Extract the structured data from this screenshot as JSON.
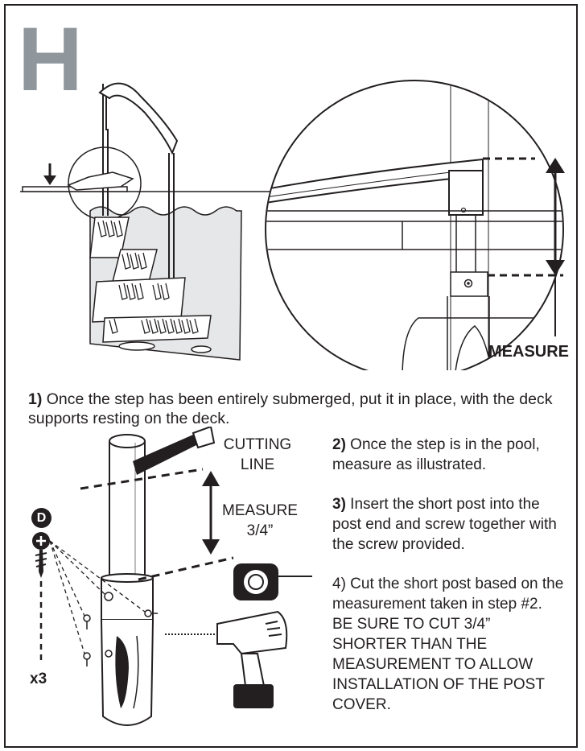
{
  "header": {
    "step_letter": "H"
  },
  "labels": {
    "measure_top": "MEASURE",
    "cutting_line": "CUTTING LINE",
    "measure_post": "MEASURE 3/4”",
    "part_letter": "D",
    "quantity": "x3"
  },
  "instructions": {
    "step1_num": "1)",
    "step1_text": " Once the step has been entirely submerged, put it in place, with the deck supports resting on the deck.",
    "step2_num": "2)",
    "step2_text": " Once the step is in the pool, measure as illustrated.",
    "step3_num": "3)",
    "step3_text": " Insert the short post into the post end and screw together with the screw provided.",
    "step4_text": "4) Cut the short post based on the measurement taken in step #2. BE SURE TO CUT 3/4” SHORTER THAN THE MEASUREMENT TO ALLOW INSTALLATION OF THE POST COVER."
  },
  "colors": {
    "ink": "#231f20",
    "letter_gray": "#8f979c",
    "water": "#e6e7e8"
  },
  "icons": [
    "saw-icon",
    "tape-measure-icon",
    "drill-icon",
    "screw-icon",
    "arrow-down-icon",
    "double-arrow-icon"
  ]
}
